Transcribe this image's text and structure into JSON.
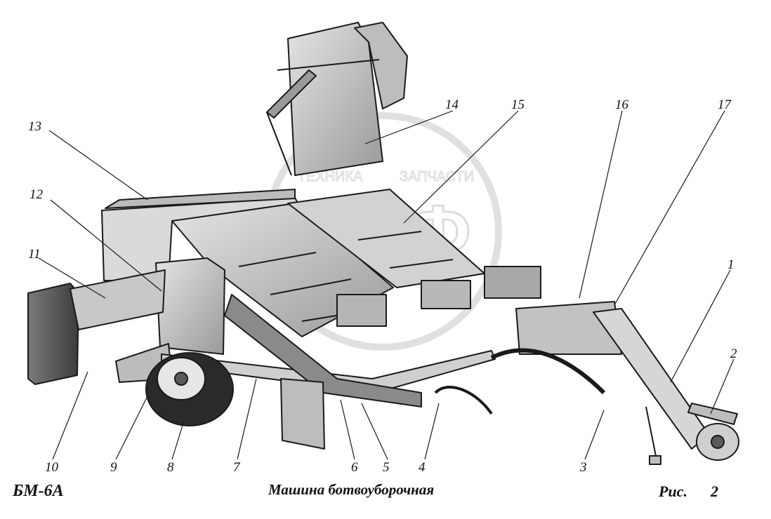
{
  "caption": {
    "model": "БМ-6А",
    "title": "Машина ботвоуборочная",
    "figure_label": "Рис.",
    "figure_number": "2"
  },
  "watermark": {
    "logo_text": "ЭПФ",
    "left_text": "ТЕХНИКА",
    "right_text": "ЗАПЧАСТИ",
    "color": "#c8c8c8"
  },
  "callouts": [
    "1",
    "2",
    "3",
    "4",
    "5",
    "6",
    "7",
    "8",
    "9",
    "10",
    "11",
    "12",
    "13",
    "14",
    "15",
    "16",
    "17"
  ],
  "colors": {
    "line": "#1a1a1a",
    "body_light": "#d6d6d6",
    "body_mid": "#a8a8a8",
    "body_dark": "#5a5a5a",
    "tire": "#2a2a2a"
  }
}
